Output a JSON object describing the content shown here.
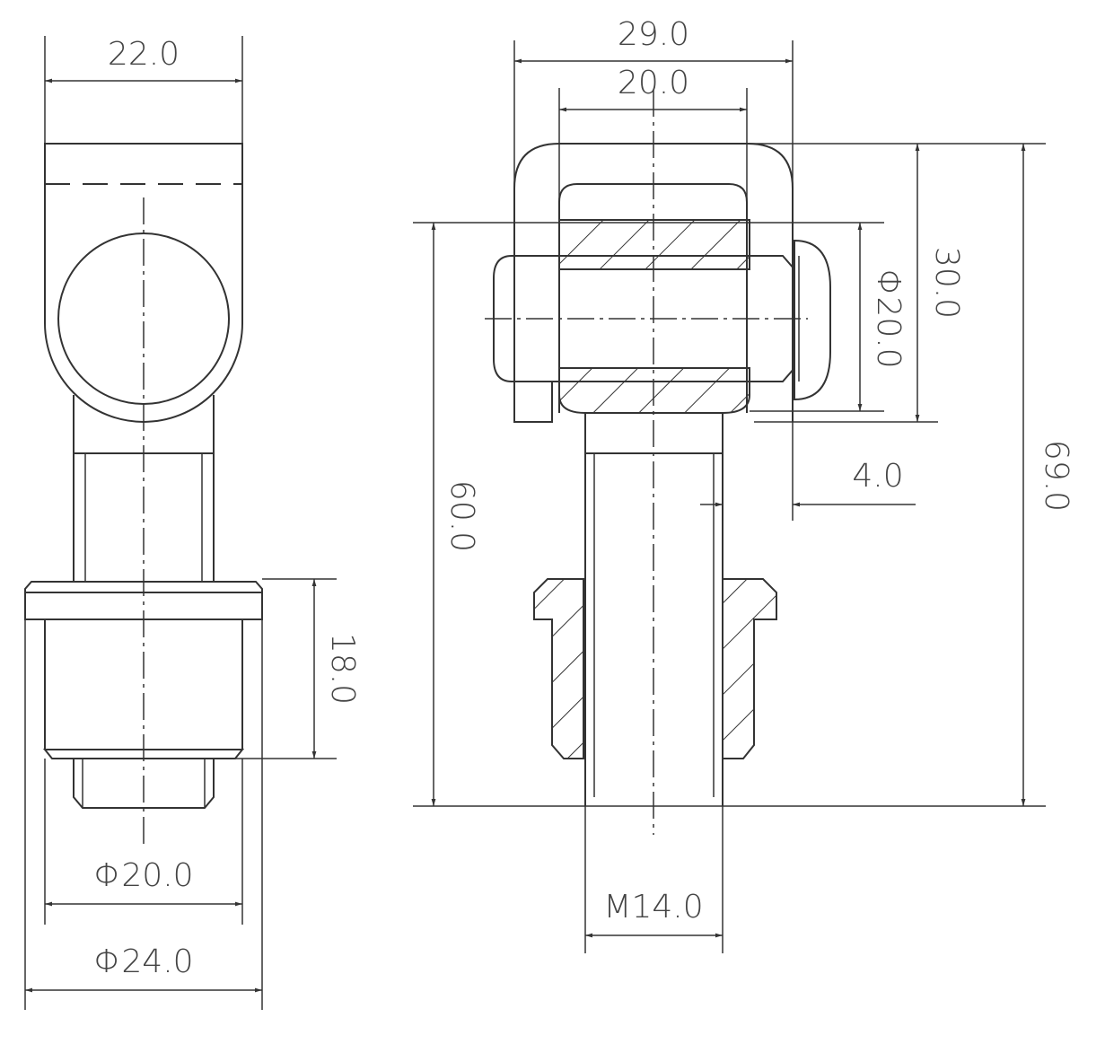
{
  "drawing": {
    "left_view": {
      "width_top": "22.0",
      "flange_height": "18.0",
      "thread_diameter": "Φ20.0",
      "flange_diameter": "Φ24.0"
    },
    "right_view": {
      "outer_width": "29.0",
      "inner_width": "20.0",
      "loop_height": "30.0",
      "pin_diameter": "Φ20.0",
      "total_height": "69.0",
      "pin_to_base": "60.0",
      "offset": "4.0",
      "thread": "M14.0"
    }
  }
}
